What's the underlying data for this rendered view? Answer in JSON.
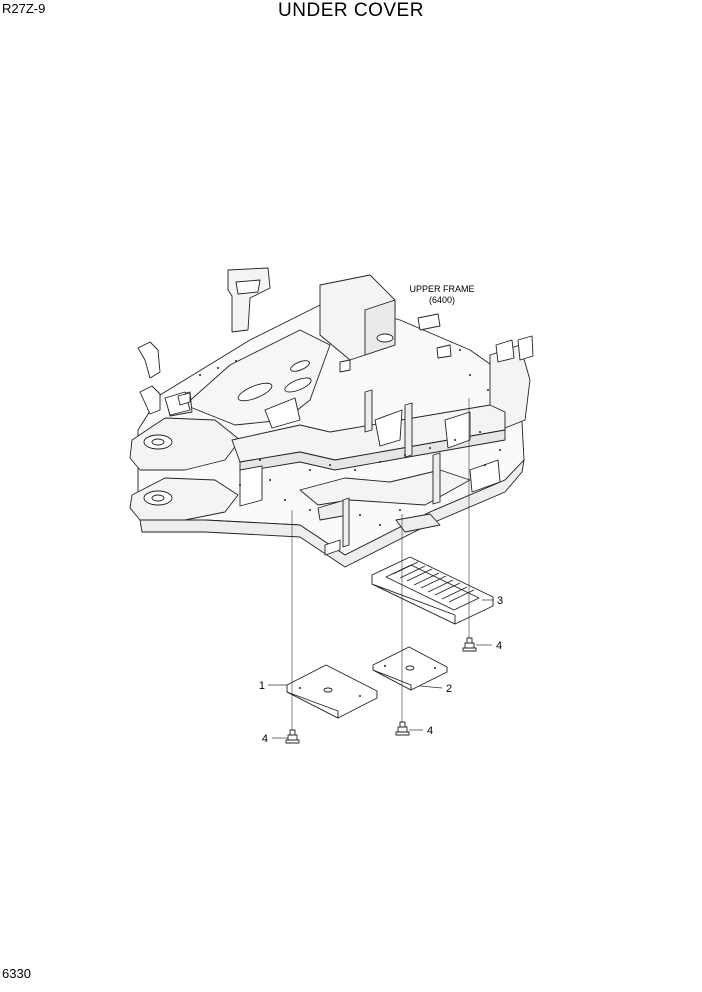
{
  "header": {
    "model": "R27Z-9",
    "title": "UNDER COVER"
  },
  "footer": {
    "page_number": "6330"
  },
  "diagram": {
    "frame_label_line1": "UPPER FRAME",
    "frame_label_line2": "(6400)",
    "callouts": {
      "part1": "1",
      "part2": "2",
      "part3": "3",
      "part4_a": "4",
      "part4_b": "4",
      "part4_c": "4"
    }
  }
}
